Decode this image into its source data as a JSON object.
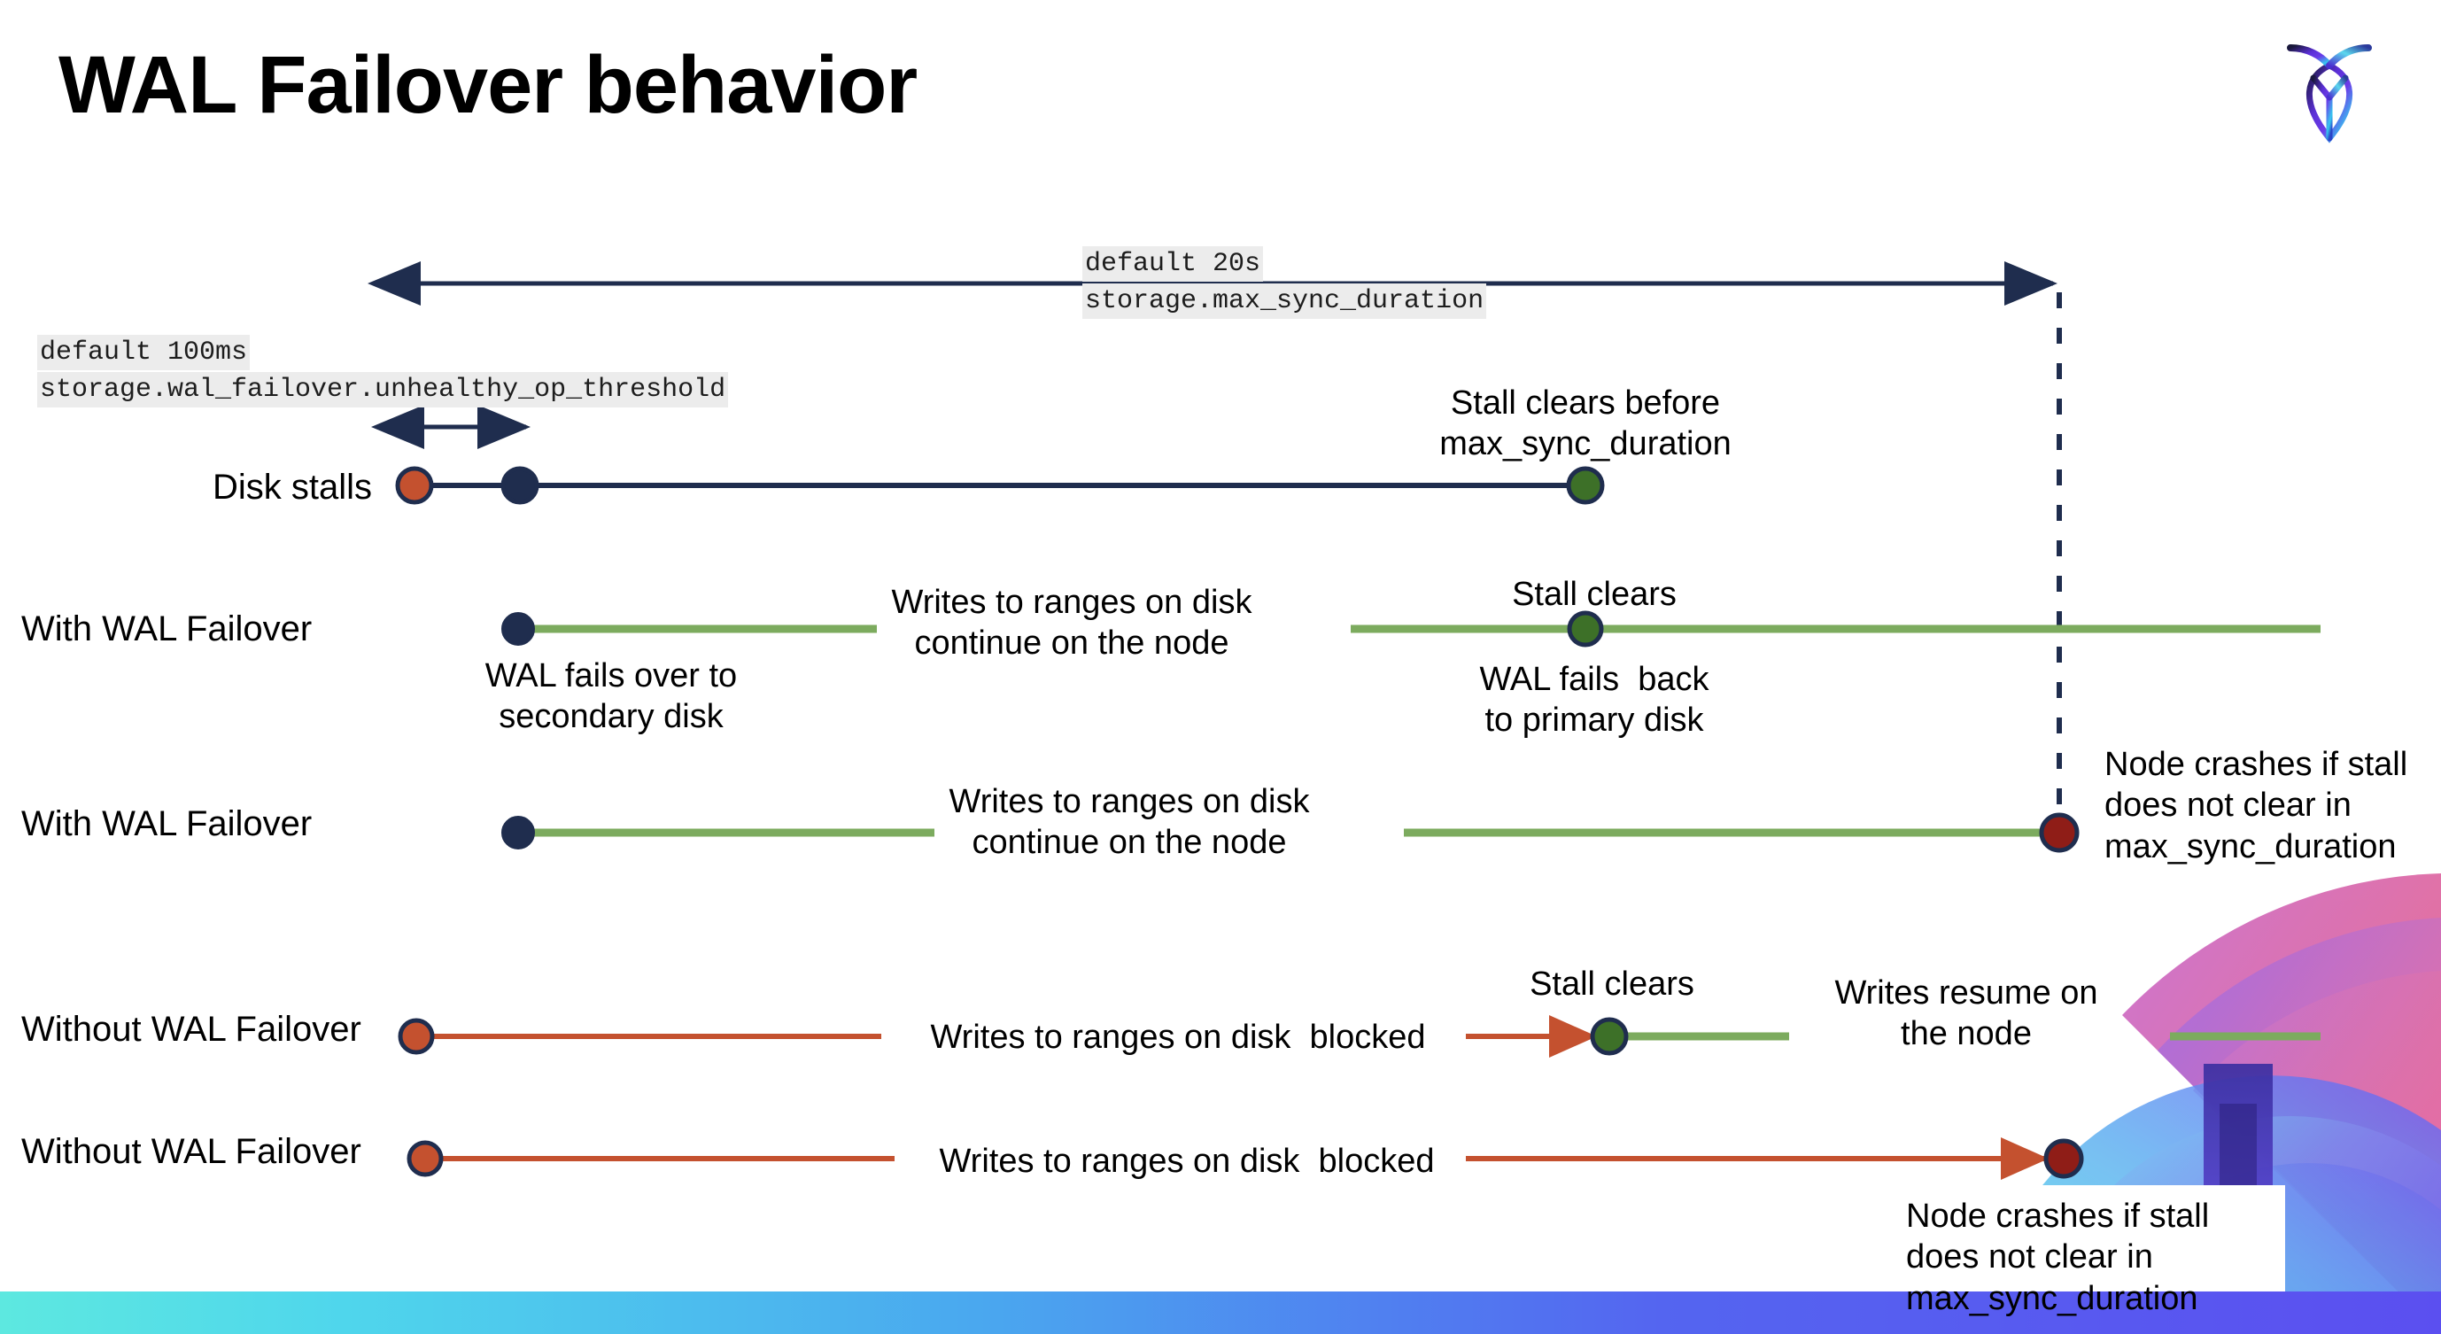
{
  "slide": {
    "title": "WAL Failover behavior",
    "logo_name": "cockroachdb-logo"
  },
  "annotations": {
    "max_sync": {
      "line1": "default 20s",
      "line2": "storage.max_sync_duration"
    },
    "unhealthy": {
      "line1": "default 100ms",
      "line2": "storage.wal_failover.unhealthy_op_threshold"
    }
  },
  "rows": [
    {
      "key": "disk-stalls",
      "label": "Disk stalls",
      "notes": [
        {
          "key": "stall-clears-before",
          "text": "Stall clears before\nmax_sync_duration"
        }
      ]
    },
    {
      "key": "with-wal-failover-1",
      "label": "With WAL Failover",
      "notes": [
        {
          "key": "writes-continue",
          "text": "Writes to ranges on disk\ncontinue on the node"
        },
        {
          "key": "stall-clears",
          "text": "Stall clears"
        },
        {
          "key": "wal-fails-over",
          "text": "WAL fails over to\nsecondary disk"
        },
        {
          "key": "wal-fails-back",
          "text": "WAL fails  back\nto primary disk"
        }
      ]
    },
    {
      "key": "with-wal-failover-2",
      "label": "With WAL Failover",
      "notes": [
        {
          "key": "writes-continue-2",
          "text": "Writes to ranges on disk\ncontinue on the node"
        },
        {
          "key": "node-crashes-1",
          "text": "Node crashes if stall\ndoes not clear in\nmax_sync_duration"
        }
      ]
    },
    {
      "key": "without-wal-failover-1",
      "label": "Without WAL Failover",
      "notes": [
        {
          "key": "writes-blocked-1",
          "text": "Writes to ranges on disk  blocked"
        },
        {
          "key": "stall-clears-2",
          "text": "Stall clears"
        },
        {
          "key": "writes-resume",
          "text": "Writes resume on\nthe node"
        }
      ]
    },
    {
      "key": "without-wal-failover-2",
      "label": "Without WAL Failover",
      "notes": [
        {
          "key": "writes-blocked-2",
          "text": "Writes to ranges on disk  blocked"
        },
        {
          "key": "node-crashes-2",
          "text": "Node crashes if stall\ndoes not clear in\nmax_sync_duration"
        }
      ]
    }
  ],
  "colors": {
    "navy": "#1f2d4e",
    "green_line": "#7cab5e",
    "green_dot": "#3d7028",
    "orange": "#c4512f",
    "dark_red": "#8f1d17",
    "chip_bg": "#ececec",
    "bottom_bar_from": "#5de8e0",
    "bottom_bar_to": "#5b4ff0"
  }
}
